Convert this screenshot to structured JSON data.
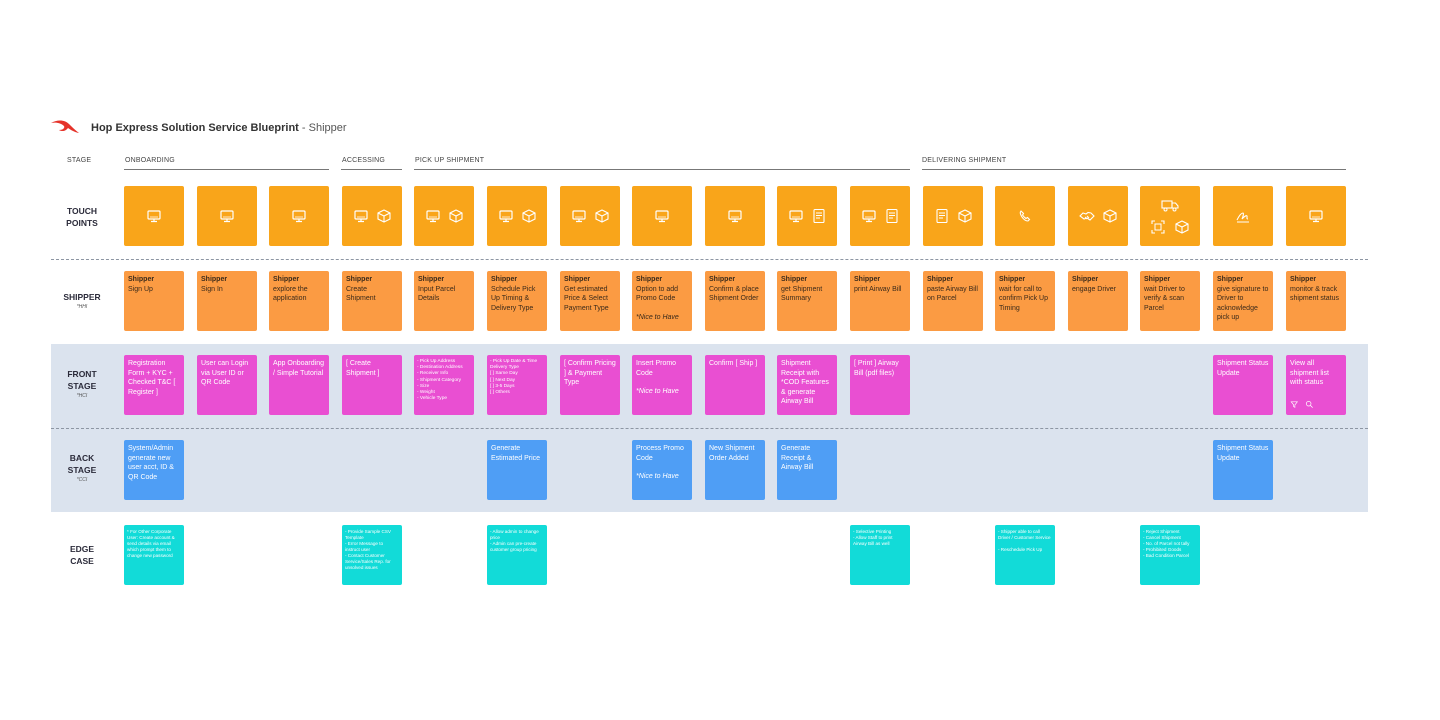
{
  "header": {
    "title": "Hop Express Solution Service Blueprint",
    "separator": " - ",
    "subtitle": "Shipper"
  },
  "colors": {
    "touchpoint": "#f9a51a",
    "shipper": "#fb9b43",
    "front_stage": "#e94fd2",
    "back_stage": "#4f9ef5",
    "edge_case": "#12dbd8",
    "band": "#dbe3ee",
    "logo": "#e5332a"
  },
  "stage_header": "STAGE",
  "phases": [
    {
      "label": "ONBOARDING"
    },
    {
      "label": "ACCESSING"
    },
    {
      "label": "PICK UP SHIPMENT"
    },
    {
      "label": "DELIVERING SHIPMENT"
    }
  ],
  "rows": {
    "touch_points": {
      "label_1": "TOUCH",
      "label_2": "POINTS"
    },
    "shipper": {
      "label_1": "SHIPPER",
      "note": "*HHI"
    },
    "front_stage": {
      "label_1": "FRONT",
      "label_2": "STAGE",
      "note": "*HCI"
    },
    "back_stage": {
      "label_1": "BACK",
      "label_2": "STAGE",
      "note": "*CCI"
    },
    "edge_case": {
      "label_1": "EDGE",
      "label_2": "CASE"
    }
  },
  "touch_points": [
    {
      "icons": [
        "monitor-icon"
      ]
    },
    {
      "icons": [
        "monitor-icon"
      ]
    },
    {
      "icons": [
        "monitor-icon"
      ]
    },
    {
      "icons": [
        "monitor-icon",
        "box-icon"
      ]
    },
    {
      "icons": [
        "monitor-icon",
        "box-icon"
      ]
    },
    {
      "icons": [
        "monitor-icon",
        "box-icon"
      ]
    },
    {
      "icons": [
        "monitor-icon",
        "box-icon"
      ]
    },
    {
      "icons": [
        "monitor-icon"
      ]
    },
    {
      "icons": [
        "monitor-icon"
      ]
    },
    {
      "icons": [
        "monitor-icon",
        "document-icon"
      ]
    },
    {
      "icons": [
        "monitor-icon",
        "document-icon"
      ]
    },
    {
      "icons": [
        "document-icon",
        "box-icon"
      ]
    },
    {
      "icons": [
        "phone-icon"
      ]
    },
    {
      "icons": [
        "handshake-icon",
        "box-icon"
      ]
    },
    {
      "icons": [
        "truck-icon",
        "scan-icon",
        "box-icon"
      ]
    },
    {
      "icons": [
        "signature-icon"
      ]
    },
    {
      "icons": [
        "monitor-icon"
      ]
    }
  ],
  "shipper_actions": [
    {
      "who": "Shipper",
      "text": "Sign Up"
    },
    {
      "who": "Shipper",
      "text": "Sign In"
    },
    {
      "who": "Shipper",
      "text": "explore the application"
    },
    {
      "who": "Shipper",
      "text": "Create Shipment"
    },
    {
      "who": "Shipper",
      "text": "Input Parcel Details"
    },
    {
      "who": "Shipper",
      "text": "Schedule Pick Up Timing & Delivery Type"
    },
    {
      "who": "Shipper",
      "text": "Get estimated Price & Select Payment Type"
    },
    {
      "who": "Shipper",
      "text": "Option to add Promo Code",
      "note": "*Nice to Have"
    },
    {
      "who": "Shipper",
      "text": "Confirm & place Shipment Order"
    },
    {
      "who": "Shipper",
      "text": "get Shipment Summary"
    },
    {
      "who": "Shipper",
      "text": "print Airway Bill"
    },
    {
      "who": "Shipper",
      "text": "paste Airway Bill on Parcel"
    },
    {
      "who": "Shipper",
      "text": "wait for call to confirm Pick Up Timing"
    },
    {
      "who": "Shipper",
      "text": "engage Driver"
    },
    {
      "who": "Shipper",
      "text": "wait Driver to verify & scan Parcel"
    },
    {
      "who": "Shipper",
      "text": "give signature to Driver to acknowledge pick up"
    },
    {
      "who": "Shipper",
      "text": "monitor & track shipment status"
    }
  ],
  "front_stage": [
    {
      "col": 0,
      "text": "Registration Form + KYC + Checked T&C [ Register ]"
    },
    {
      "col": 1,
      "text": "User can Login via User ID or QR Code"
    },
    {
      "col": 2,
      "text": "App Onboarding / Simple Tutorial"
    },
    {
      "col": 3,
      "text": "[ Create Shipment ]"
    },
    {
      "col": 4,
      "small": true,
      "lines": [
        "- Pick Up Address",
        "- Destination Address",
        "- Receiver Info",
        "- Shipment Category",
        "- Size",
        "- Weight",
        "- Vehicle Type"
      ]
    },
    {
      "col": 5,
      "small": true,
      "lines": [
        "- Pick Up Date & Time",
        "Delivery Type",
        "[ ] Same Day",
        "[ ] Next Day",
        "[ ] 3-5 Days",
        "[ ] Others"
      ]
    },
    {
      "col": 6,
      "text": "[ Confirm Pricing ] & Payment Type"
    },
    {
      "col": 7,
      "text": "Insert Promo Code",
      "note": "*Nice to Have"
    },
    {
      "col": 8,
      "text": "Confirm [ Ship ]"
    },
    {
      "col": 9,
      "text": "Shipment Receipt with *COD Features & generate Airway Bill"
    },
    {
      "col": 10,
      "text": "[ Print ] Airway Bill (pdf files)"
    },
    {
      "col": 15,
      "text": "Shipment Status Update"
    },
    {
      "col": 16,
      "text": "View all shipment list with status",
      "icons": [
        "filter-icon",
        "search-icon"
      ]
    }
  ],
  "back_stage": [
    {
      "col": 0,
      "text": "System/Admin generate new user acct, ID & QR Code"
    },
    {
      "col": 5,
      "text": "Generate Estimated Price"
    },
    {
      "col": 7,
      "text": "Process Promo Code",
      "note": "*Nice to Have"
    },
    {
      "col": 8,
      "text": "New Shipment Order Added"
    },
    {
      "col": 9,
      "text": "Generate Receipt & Airway Bill"
    },
    {
      "col": 15,
      "text": "Shipment Status Update"
    }
  ],
  "edge_cases": [
    {
      "col": 0,
      "lines": [
        "* For Other Corporate User: Create account & send details via email which prompt them to change new password"
      ]
    },
    {
      "col": 3,
      "lines": [
        "- Provide Sample CSV Template",
        "- Error Message to instruct user",
        "- Contact Customer Service/Sales Rep. for unsolved issues"
      ]
    },
    {
      "col": 5,
      "lines": [
        "- Allow admin to change price",
        "- Admin can pre-create customer group pricing"
      ]
    },
    {
      "col": 10,
      "lines": [
        "- Selective Printing",
        "- Allow Staff to print Airway Bill as well"
      ]
    },
    {
      "col": 12,
      "lines": [
        "- Shipper able to call Driver / Customer Service",
        "",
        "- Reschedule Pick Up"
      ]
    },
    {
      "col": 14,
      "lines": [
        "- Reject Shipment",
        "- Cancel Shipment",
        "- No. of Parcel not tally",
        "- Prohibited Goods",
        "- Bad Condition Parcel"
      ]
    }
  ]
}
